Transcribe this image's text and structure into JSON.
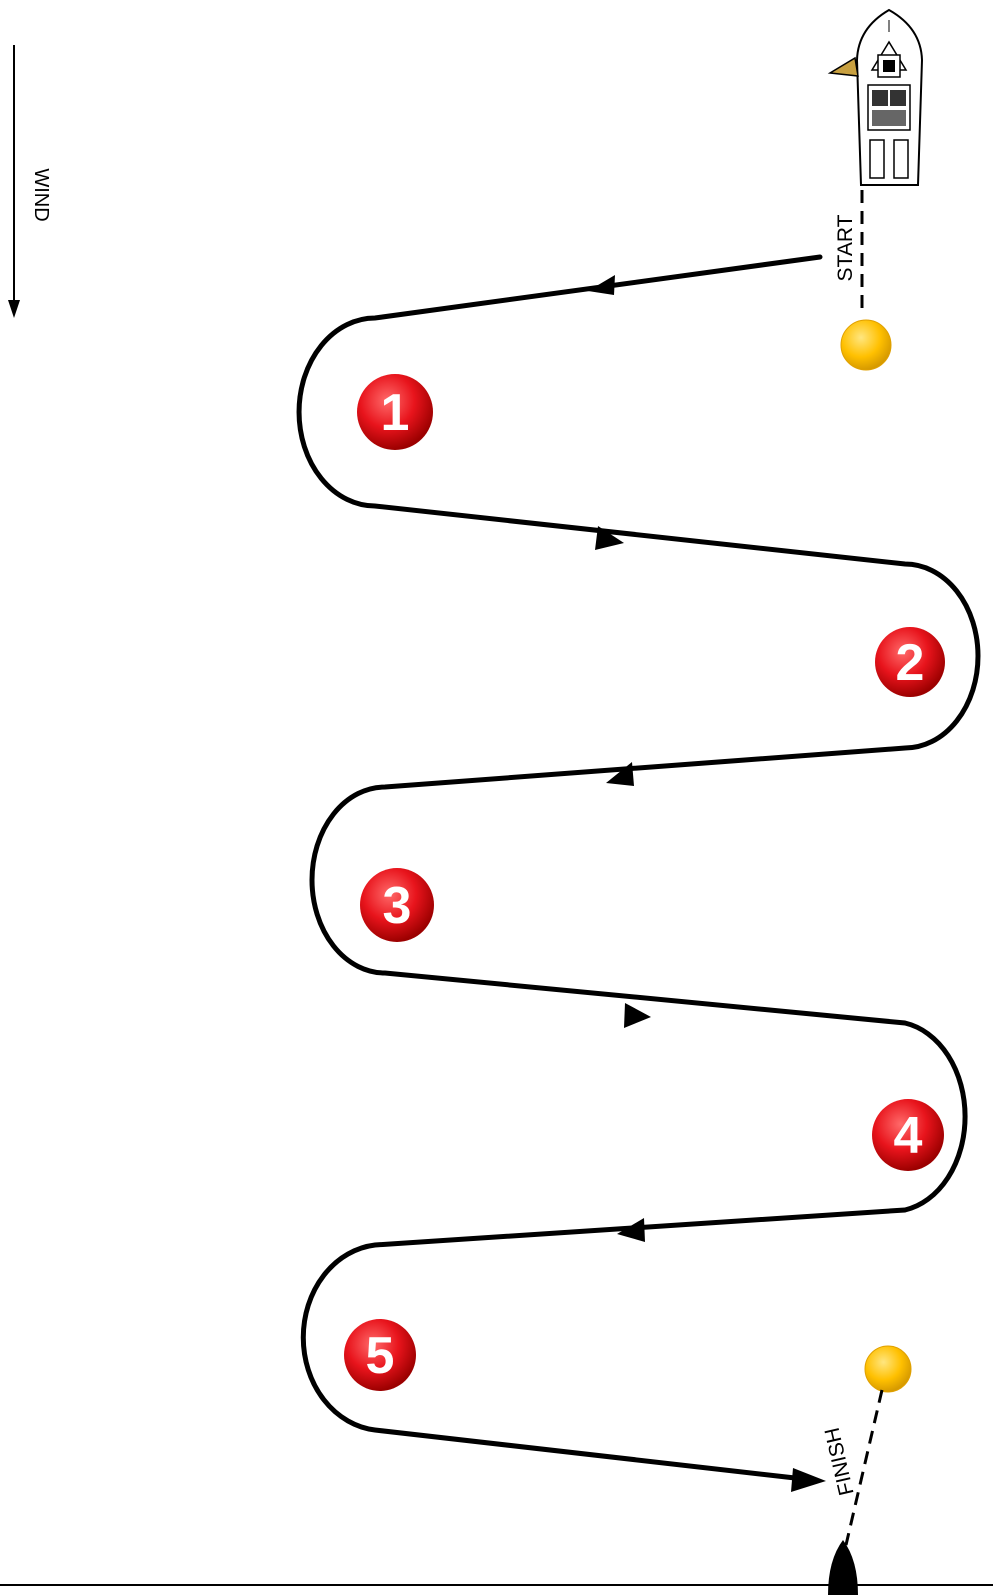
{
  "wind": {
    "label": "WIND"
  },
  "start": {
    "label": "START"
  },
  "finish": {
    "label": "FINISH"
  },
  "marks": [
    {
      "label": "1"
    },
    {
      "label": "2"
    },
    {
      "label": "3"
    },
    {
      "label": "4"
    },
    {
      "label": "5"
    }
  ],
  "colors": {
    "mark_red": "#e8141c",
    "buoy_yellow": "#ffc000",
    "flag": "#c8a040",
    "course_line": "#000000"
  },
  "icons": {
    "committee_boat": "committee-boat-icon",
    "pin_buoy": "start-pin-buoy-icon",
    "finish_buoy": "finish-pin-buoy-icon",
    "finish_boat": "finish-boat-icon",
    "wind_arrow": "wind-arrow-icon"
  }
}
